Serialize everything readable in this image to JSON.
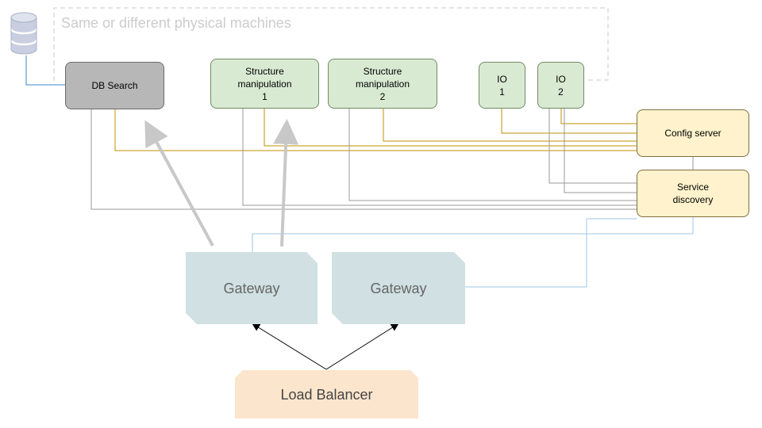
{
  "group": {
    "label": "Same or different physical machines"
  },
  "nodes": {
    "db_search": "DB Search",
    "structure_1": "Structure\nmanipulation\n1",
    "structure_2": "Structure\nmanipulation\n2",
    "io_1": "IO\n1",
    "io_2": "IO\n2",
    "config_server": "Config server",
    "service_discovery": "Service\ndiscovery",
    "gateway_1": "Gateway",
    "gateway_2": "Gateway",
    "load_balancer": "Load Balancer"
  },
  "colors": {
    "service_fill": "#d9ead3",
    "config_fill": "#fff2cc",
    "db_fill": "#b7b7b7",
    "gateway_fill": "#d0e0e3",
    "load_balancer_fill": "#fce5cd",
    "config_link": "#bf9000",
    "discovery_link": "#999999",
    "gateway_link": "#9fc5e8",
    "db_link": "#3d85c6"
  },
  "icons": {
    "database": "database-icon"
  }
}
